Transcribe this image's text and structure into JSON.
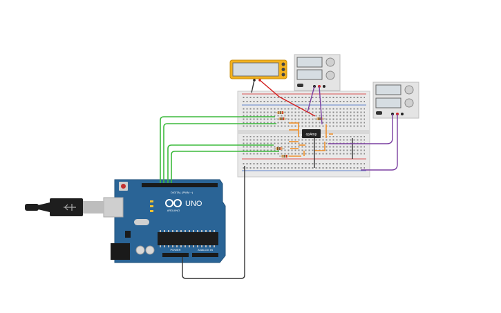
{
  "colors": {
    "background": "#ffffff",
    "board": "#2a6496",
    "board_dark": "#1e4f7a",
    "breadboard": "#e9e9e9",
    "wire_green": "#3cba3c",
    "wire_orange": "#f0902a",
    "wire_red": "#d32020",
    "wire_black": "#333333",
    "wire_purple": "#7a3ea0",
    "multimeter": "#f3b21e",
    "supply": "#e4e4e4"
  },
  "arduino": {
    "logo_text": "ARDUINO",
    "model": "UNO",
    "header_digital": "DIGITAL (PWM ~)",
    "header_power": "POWER",
    "header_analog": "ANALOG IN",
    "icon": "infinity-logo-icon"
  },
  "breadboard": {
    "chip_label": "opAmp"
  },
  "multimeter": {
    "icon": "multimeter-icon"
  },
  "power_supplies": [
    {
      "icon": "power-supply-icon"
    },
    {
      "icon": "power-supply-icon"
    }
  ],
  "usb": {
    "icon": "usb-cable-icon"
  }
}
